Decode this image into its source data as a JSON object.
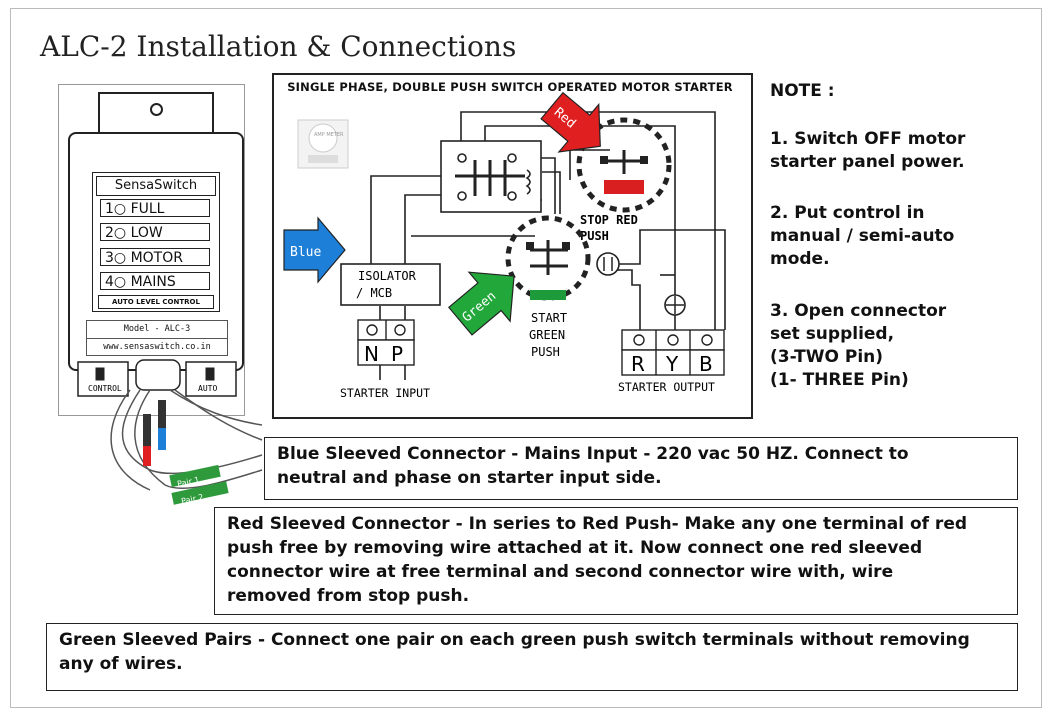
{
  "title": "ALC-2 Installation & Connections",
  "device": {
    "brand": "SensaSwitch",
    "leds": [
      "1○ FULL",
      "2○ LOW",
      "3○ MOTOR",
      "4○ MAINS"
    ],
    "label": "AUTO LEVEL CONTROL",
    "model": "Model - ALC-3",
    "website": "www.sensaswitch.co.in",
    "control_label": "CONTROL",
    "auto_label": "AUTO",
    "pair_tag_1": "Pair 1",
    "pair_tag_2": "Pair 2"
  },
  "diagram": {
    "title": "SINGLE PHASE, DOUBLE PUSH SWITCH OPERATED MOTOR STARTER",
    "amp_meter": "AMP METER",
    "isolator_line1": "ISOLATOR",
    "isolator_line2": "/ MCB",
    "blue_arrow": "Blue",
    "red_arrow": "Red",
    "green_arrow": "Green",
    "stop_line1": "STOP RED",
    "stop_line2": "PUSH",
    "start_line1": "START",
    "start_line2": "GREEN",
    "start_line3": "PUSH",
    "input_terminals": [
      "N",
      "P"
    ],
    "input_label": "STARTER INPUT",
    "output_terminals": [
      "R",
      "Y",
      "B"
    ],
    "output_label": "STARTER OUTPUT"
  },
  "notes": {
    "heading": "NOTE :",
    "items": [
      [
        "1. Switch OFF motor",
        "starter panel power."
      ],
      [
        "2. Put control in",
        "manual / semi-auto",
        "mode."
      ],
      [
        "3. Open connector",
        "set supplied,",
        "(3-TWO Pin)",
        "(1- THREE Pin)"
      ]
    ]
  },
  "info": {
    "blue": [
      "Blue Sleeved Connector - Mains Input - 220 vac 50 HZ. Connect to",
      "neutral and phase on starter input side."
    ],
    "red": [
      "Red Sleeved Connector - In series to Red Push- Make any one terminal of red",
      "push free by removing wire attached at it. Now connect one red sleeved",
      "connector wire at free terminal and second connector wire with, wire",
      "removed from stop push."
    ],
    "green": [
      "Green Sleeved Pairs - Connect one pair on each green push switch terminals without removing",
      "any of wires."
    ]
  },
  "colors": {
    "blue_arrow": "#1e7fd8",
    "red_arrow": "#e02020",
    "green_arrow": "#22a83a",
    "red_button": "#d91f1f",
    "green_button": "#1d9a3a",
    "pair_tag": "#2f9a3c"
  }
}
